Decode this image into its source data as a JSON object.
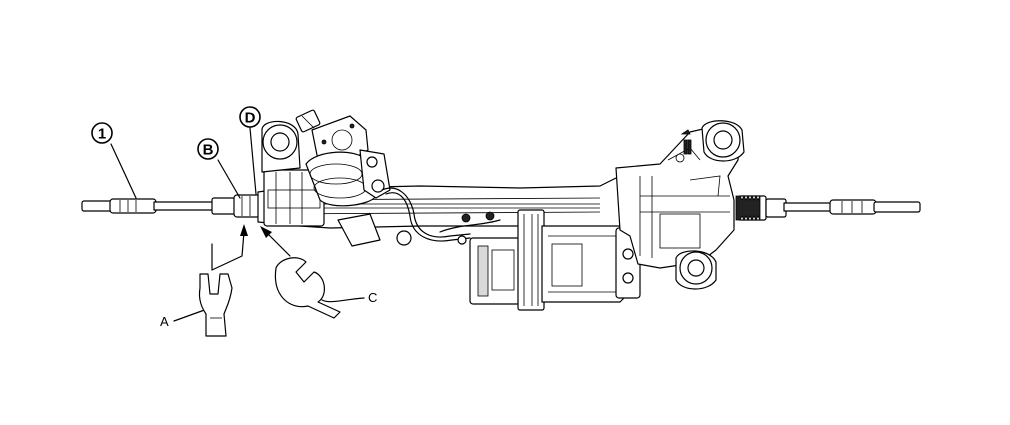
{
  "callouts": {
    "item_1": "1",
    "item_b": "B",
    "item_d": "D"
  },
  "tool_labels": {
    "a": "A",
    "c": "C"
  }
}
